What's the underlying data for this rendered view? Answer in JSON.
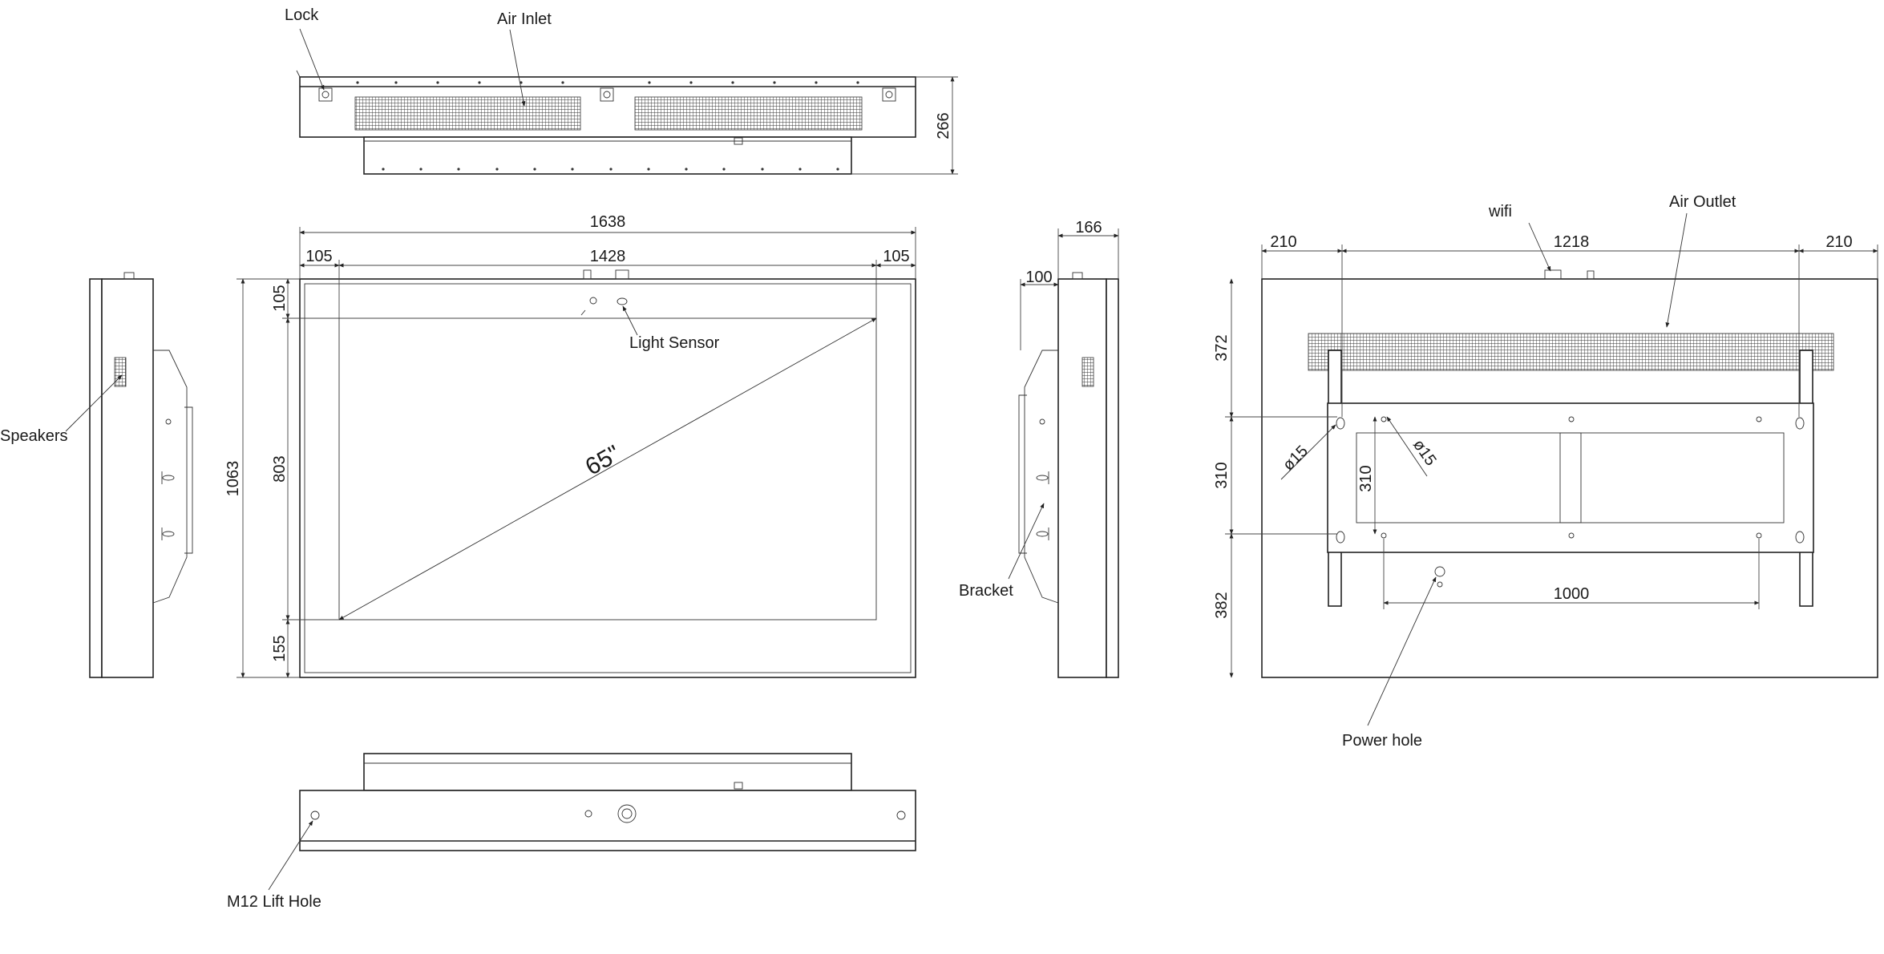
{
  "labels": {
    "lock": "Lock",
    "air_inlet": "Air Inlet",
    "light_sensor": "Light Sensor",
    "speakers": "Speakers",
    "bracket": "Bracket",
    "wifi": "wifi",
    "air_outlet": "Air Outlet",
    "power_hole": "Power hole",
    "lift_hole": "M12 Lift Hole",
    "diagonal": "65\""
  },
  "dimensions": {
    "top_depth": "266",
    "overall_width": "1638",
    "bezel_left": "105",
    "screen_width": "1428",
    "bezel_right": "105",
    "bezel_top": "105",
    "screen_height": "803",
    "overall_height": "1063",
    "bezel_bottom": "155",
    "side_depth": "166",
    "bracket_depth": "100",
    "rear_left": "210",
    "rear_mid": "1218",
    "rear_right": "210",
    "rear_top": "372",
    "rear_mount": "310",
    "rear_mount_inner": "310",
    "rear_bottom": "382",
    "hole_dia_left": "ø15",
    "hole_dia_right": "ø15",
    "hole_spacing": "1000"
  }
}
